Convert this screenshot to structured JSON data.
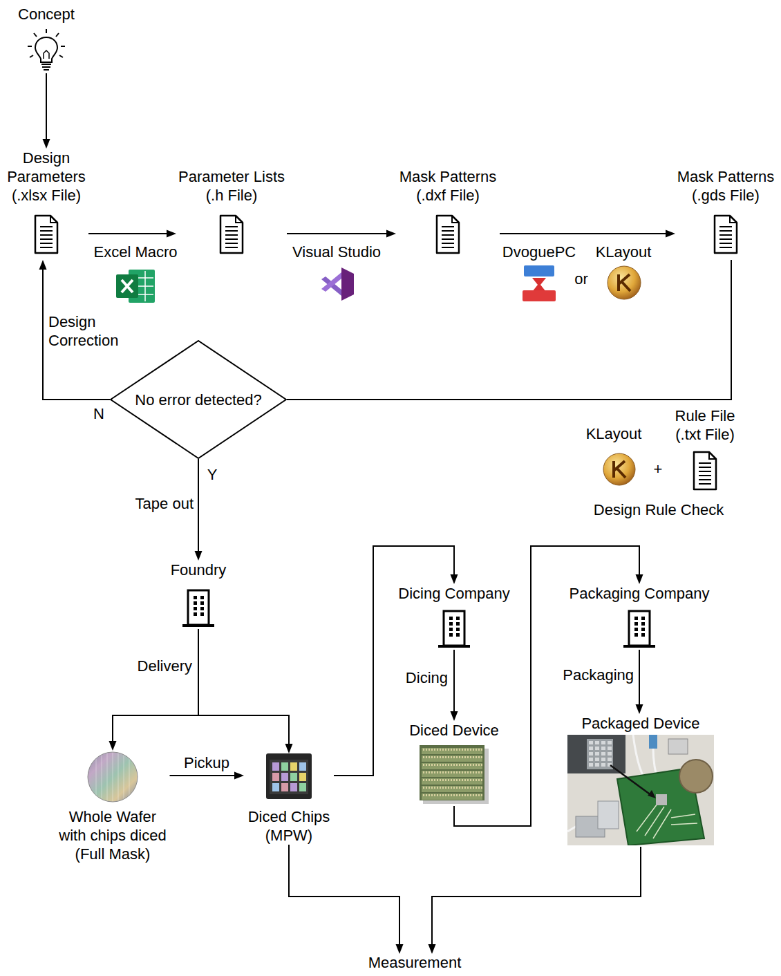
{
  "diagram": {
    "nodes": [
      {
        "text": [
          "Concept"
        ]
      },
      {
        "text": [
          "Design Parameters (.xlsx File)"
        ]
      },
      {
        "text": [
          "Parameter Lists (.h File)"
        ]
      },
      {
        "text": [
          "Mask Patterns (.dxf File)"
        ]
      },
      {
        "text": [
          "Mask Patterns (.gds File)"
        ]
      },
      {
        "text": [
          "No error detected?"
        ]
      },
      {
        "text": [
          "Rule File (.txt File)"
        ]
      },
      {
        "text": [
          "Foundry"
        ]
      },
      {
        "text": [
          "Whole Wafer with chips diced (Full Mask)"
        ]
      },
      {
        "text": [
          "Diced Chips (MPW)"
        ]
      },
      {
        "text": [
          "Dicing Company"
        ]
      },
      {
        "text": [
          "Diced Device"
        ]
      },
      {
        "text": [
          "Packaging Company"
        ]
      },
      {
        "text": [
          "Packaged Device"
        ]
      },
      {
        "text": [
          "Measurement"
        ]
      }
    ],
    "edges": [
      {
        "from": 0,
        "to": 1,
        "arrow": "to"
      },
      {
        "from": 1,
        "to": 2,
        "label": "Excel Macro",
        "arrow": "to"
      },
      {
        "from": 2,
        "to": 3,
        "label": "Visual Studio",
        "arrow": "to"
      },
      {
        "from": 3,
        "to": 4,
        "arrow": "to"
      },
      {
        "from": 4,
        "to": 5,
        "arrow": "none"
      },
      {
        "from": 5,
        "to": 1,
        "label": "Design Correction",
        "arrow": "to"
      },
      {
        "from": 5,
        "to": 7,
        "label": "Tape out",
        "arrow": "to"
      },
      {
        "from": 7,
        "to": 8,
        "label": "Delivery",
        "arrow": "to"
      },
      {
        "from": 7,
        "to": 9,
        "arrow": "to"
      },
      {
        "from": 8,
        "to": 9,
        "label": "Pickup",
        "arrow": "to"
      },
      {
        "from": 9,
        "to": 10,
        "arrow": "to"
      },
      {
        "from": 10,
        "to": 11,
        "label": "Dicing",
        "arrow": "to"
      },
      {
        "from": 11,
        "to": 12,
        "arrow": "to"
      },
      {
        "from": 12,
        "to": 13,
        "label": "Packaging",
        "arrow": "to"
      },
      {
        "from": 9,
        "to": 14,
        "arrow": "to"
      },
      {
        "from": 13,
        "to": 14,
        "arrow": "to"
      }
    ],
    "labels": [
      "DvoguePC",
      "or",
      "KLayout",
      "N",
      "Y",
      "KLayout",
      "+",
      "Design Rule Check"
    ]
  }
}
